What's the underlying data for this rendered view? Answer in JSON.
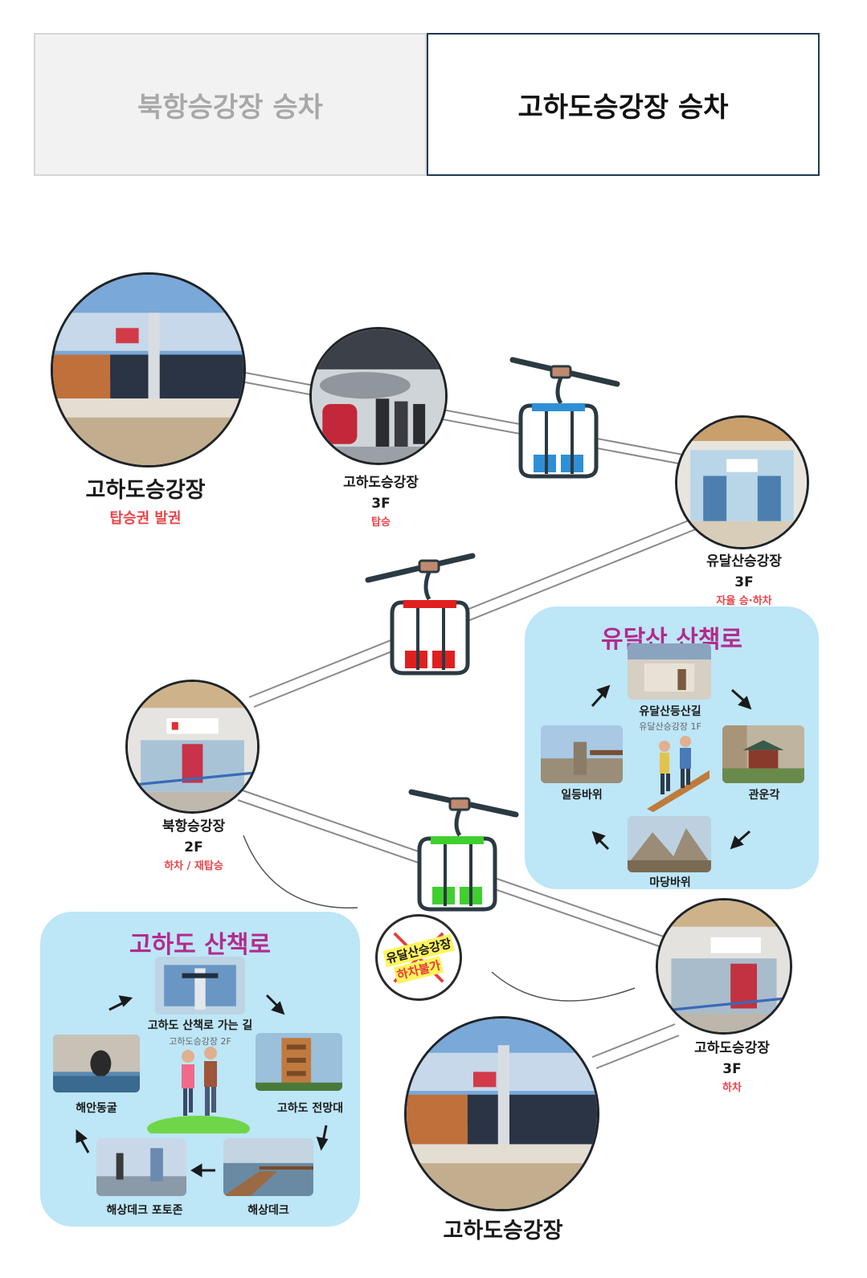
{
  "tabs": [
    {
      "label": "북항승강장 승차",
      "active": false
    },
    {
      "label": "고하도승강장 승차",
      "active": true
    }
  ],
  "stations": {
    "gohado_top": {
      "name": "고하도승강장",
      "action": "탑승권 발권"
    },
    "gohado_3f": {
      "name": "고하도승강장",
      "floor": "3F",
      "action": "탑승"
    },
    "yudalsan_3f": {
      "name": "유달산승강장",
      "floor": "3F",
      "action": "자율 승·하차"
    },
    "bukhang_2f": {
      "name": "북항승강장",
      "floor": "2F",
      "action": "하차 / 재탑승"
    },
    "gohado_3f_b": {
      "name": "고하도승강장",
      "floor": "3F",
      "action": "하차"
    },
    "gohado_bottom": {
      "name": "고하도승강장"
    }
  },
  "yudalsan_trail": {
    "title": "유달산 산책로",
    "spots": {
      "top": "유달산등산길",
      "top_sub": "유달산승강장 1F",
      "left": "일등바위",
      "right": "관운각",
      "bottom": "마당바위"
    }
  },
  "gohado_trail": {
    "title": "고하도 산책로",
    "spots": {
      "top": "고하도 산책로 가는 길",
      "top_sub": "고하도승강장 2F",
      "left": "해안동굴",
      "right": "고하도 전망대",
      "bottom_right": "해상데크",
      "bottom_left": "해상데크 포토존"
    }
  },
  "no_alight": {
    "line1": "유달산승강장",
    "line2": "하차불가"
  },
  "colors": {
    "accent": "#1d3a52",
    "action_red": "#e8454a",
    "trail_bg": "#bde6f7",
    "trail_title": "#b32a8f",
    "cabin_blue": "#2f8fd6",
    "cabin_red": "#e02020",
    "cabin_green": "#3fcf2f"
  }
}
